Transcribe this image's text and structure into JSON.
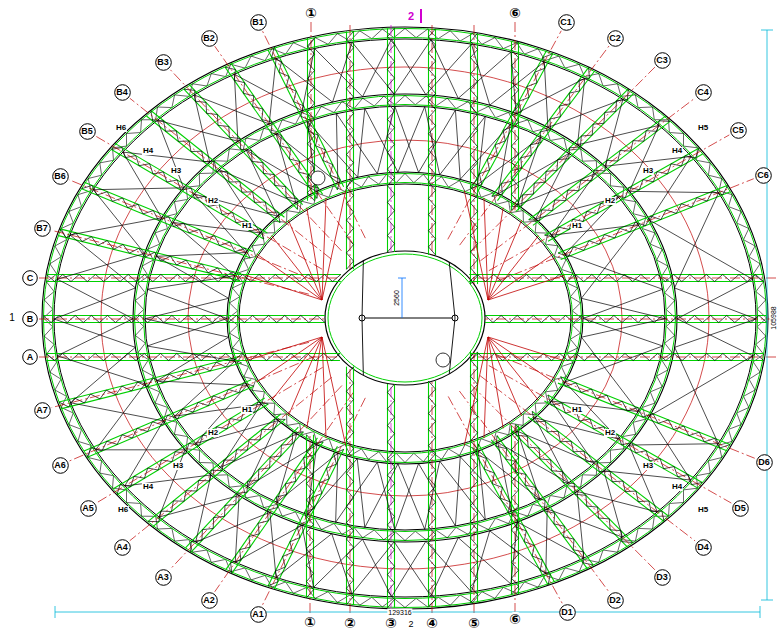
{
  "diagram": {
    "nodes": [
      {
        "text": [
          "B1"
        ]
      },
      {
        "text": [
          "①"
        ]
      },
      {
        "text": [
          "⑥"
        ]
      },
      {
        "text": [
          "C1"
        ]
      },
      {
        "text": [
          "B2"
        ]
      },
      {
        "text": [
          "C2"
        ]
      },
      {
        "text": [
          "B3"
        ]
      },
      {
        "text": [
          "C3"
        ]
      },
      {
        "text": [
          "B4"
        ]
      },
      {
        "text": [
          "C4"
        ]
      },
      {
        "text": [
          "B5"
        ]
      },
      {
        "text": [
          "C5"
        ]
      },
      {
        "text": [
          "B6"
        ]
      },
      {
        "text": [
          "C6"
        ]
      },
      {
        "text": [
          "B7"
        ]
      },
      {
        "text": [
          "C"
        ]
      },
      {
        "text": [
          "B"
        ]
      },
      {
        "text": [
          "A"
        ]
      },
      {
        "text": [
          "A7"
        ]
      },
      {
        "text": [
          "D6"
        ]
      },
      {
        "text": [
          "A6"
        ]
      },
      {
        "text": [
          "A5"
        ]
      },
      {
        "text": [
          "D5"
        ]
      },
      {
        "text": [
          "A4"
        ]
      },
      {
        "text": [
          "D4"
        ]
      },
      {
        "text": [
          "A3"
        ]
      },
      {
        "text": [
          "D3"
        ]
      },
      {
        "text": [
          "A2"
        ]
      },
      {
        "text": [
          "D2"
        ]
      },
      {
        "text": [
          "A1"
        ]
      },
      {
        "text": [
          "D1"
        ]
      },
      {
        "text": [
          "①"
        ]
      },
      {
        "text": [
          "②"
        ]
      },
      {
        "text": [
          "③"
        ]
      },
      {
        "text": [
          "④"
        ]
      },
      {
        "text": [
          "⑤"
        ]
      },
      {
        "text": [
          "⑥"
        ]
      }
    ],
    "labels": [
      "2",
      "1",
      "2",
      "129316",
      "105988",
      "2560",
      "H6",
      "H4",
      "H3",
      "H2",
      "H1",
      "H5",
      "H4",
      "H3",
      "H2",
      "H1",
      "H1",
      "H2",
      "H3",
      "H4",
      "H6",
      "H1",
      "H2",
      "H3",
      "H4",
      "H5"
    ]
  }
}
